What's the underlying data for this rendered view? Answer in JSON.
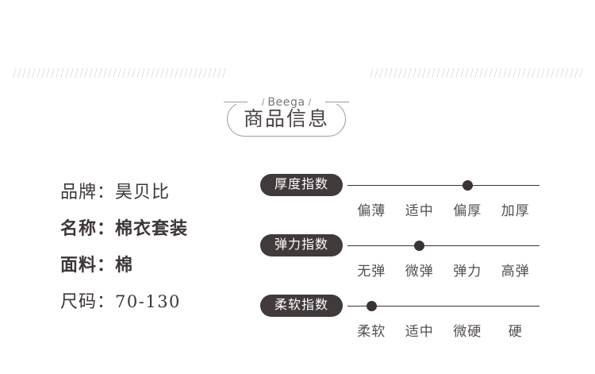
{
  "header": {
    "brand": "Beega",
    "slash_left": "/",
    "slash_right": "/",
    "title": "商品信息"
  },
  "product_info": {
    "rows": [
      {
        "label": "品牌：",
        "value": "昊贝比",
        "weight": "light",
        "numeric": false
      },
      {
        "label": "名称：",
        "value": "棉衣套装",
        "weight": "bold",
        "numeric": false
      },
      {
        "label": "面料：",
        "value": "棉",
        "weight": "bold",
        "numeric": false
      },
      {
        "label": "尺码：",
        "value": "70-130",
        "weight": "light",
        "numeric": true
      }
    ]
  },
  "indices": [
    {
      "name": "厚度指数",
      "scale": [
        "偏薄",
        "适中",
        "偏厚",
        "加厚"
      ],
      "selected_index": 2,
      "selected_label": "偏厚"
    },
    {
      "name": "弹力指数",
      "scale": [
        "无弹",
        "微弹",
        "弹力",
        "高弹"
      ],
      "selected_index": 1,
      "selected_label": "微弹"
    },
    {
      "name": "柔软指数",
      "scale": [
        "柔软",
        "适中",
        "微硬",
        "硬"
      ],
      "selected_index": 0,
      "selected_label": "柔软"
    }
  ],
  "colors": {
    "background": "#ffffff",
    "text": "#3d3637",
    "pill_background": "#413a3b",
    "pill_text": "#ffffff",
    "border": "#9b9b9e",
    "hatch": "#78788233"
  }
}
